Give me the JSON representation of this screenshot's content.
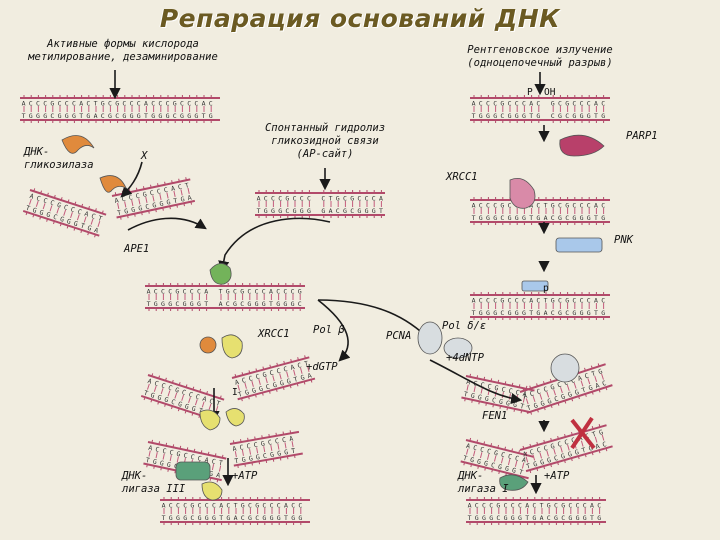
{
  "title": "Репарация оснований ДНК",
  "labels": {
    "ros_line1": "Активные формы кислорода",
    "ros_line2": "метилирование, дезаминирование",
    "xray_line1": "Рентгеновское излучение",
    "xray_line2": "(одноцепочечный разрыв)",
    "hydrolysis_line1": "Спонтанный гидролиз",
    "hydrolysis_line2": "гликозидной связи",
    "hydrolysis_line3": "(АР-сайт)",
    "glycosylase_line1": "ДНК-",
    "glycosylase_line2": "гликозилаза",
    "x_mark": "X",
    "parp1": "PARP1",
    "xrcc1_right": "XRCC1",
    "pnk": "PNK",
    "ape1": "APE1",
    "xrcc1_center": "XRCC1",
    "pol_beta": "Pol β",
    "dgtp": "+dGTP",
    "pcna": "PCNA",
    "pol_delta": "Pol δ/ε",
    "dntp": "+4dNTP",
    "fen1": "FEN1",
    "ligase3_line1": "ДНК-",
    "ligase3_line2": "лигаза III",
    "atp_left": "+ATP",
    "ligase1_line1": "ДНК-",
    "ligase1_line2": "лигаза I",
    "atp_right": "+ATP",
    "mark_p": "P",
    "mark_oh": "OH",
    "mark_ap": "p",
    "mark_i": "I"
  },
  "dna_text": {
    "top": "ACCCGCCCACTGCGCCC",
    "bottom": "TGGGCGGGTGACGCGGG"
  },
  "colors": {
    "background": "#f1ede0",
    "title": "#6b5a22",
    "backbone": "#b24a6a",
    "rungs": "#c35b7b",
    "bases": "#333333",
    "arrow": "#1a1a1a",
    "glycosylase": "#e08a3c",
    "parp1": "#b8406a",
    "xrcc1": "#d98aa8",
    "pnk": "#a9c8ea",
    "ape1": "#73b35a",
    "polb": "#e6e070",
    "pcna": "#d8dde0",
    "fen1": "#c03040",
    "ligase": "#5aa07a"
  },
  "icons": [
    "dna-strand-icon",
    "protein-blob-icon",
    "arrow-icon",
    "scissors-icon"
  ]
}
